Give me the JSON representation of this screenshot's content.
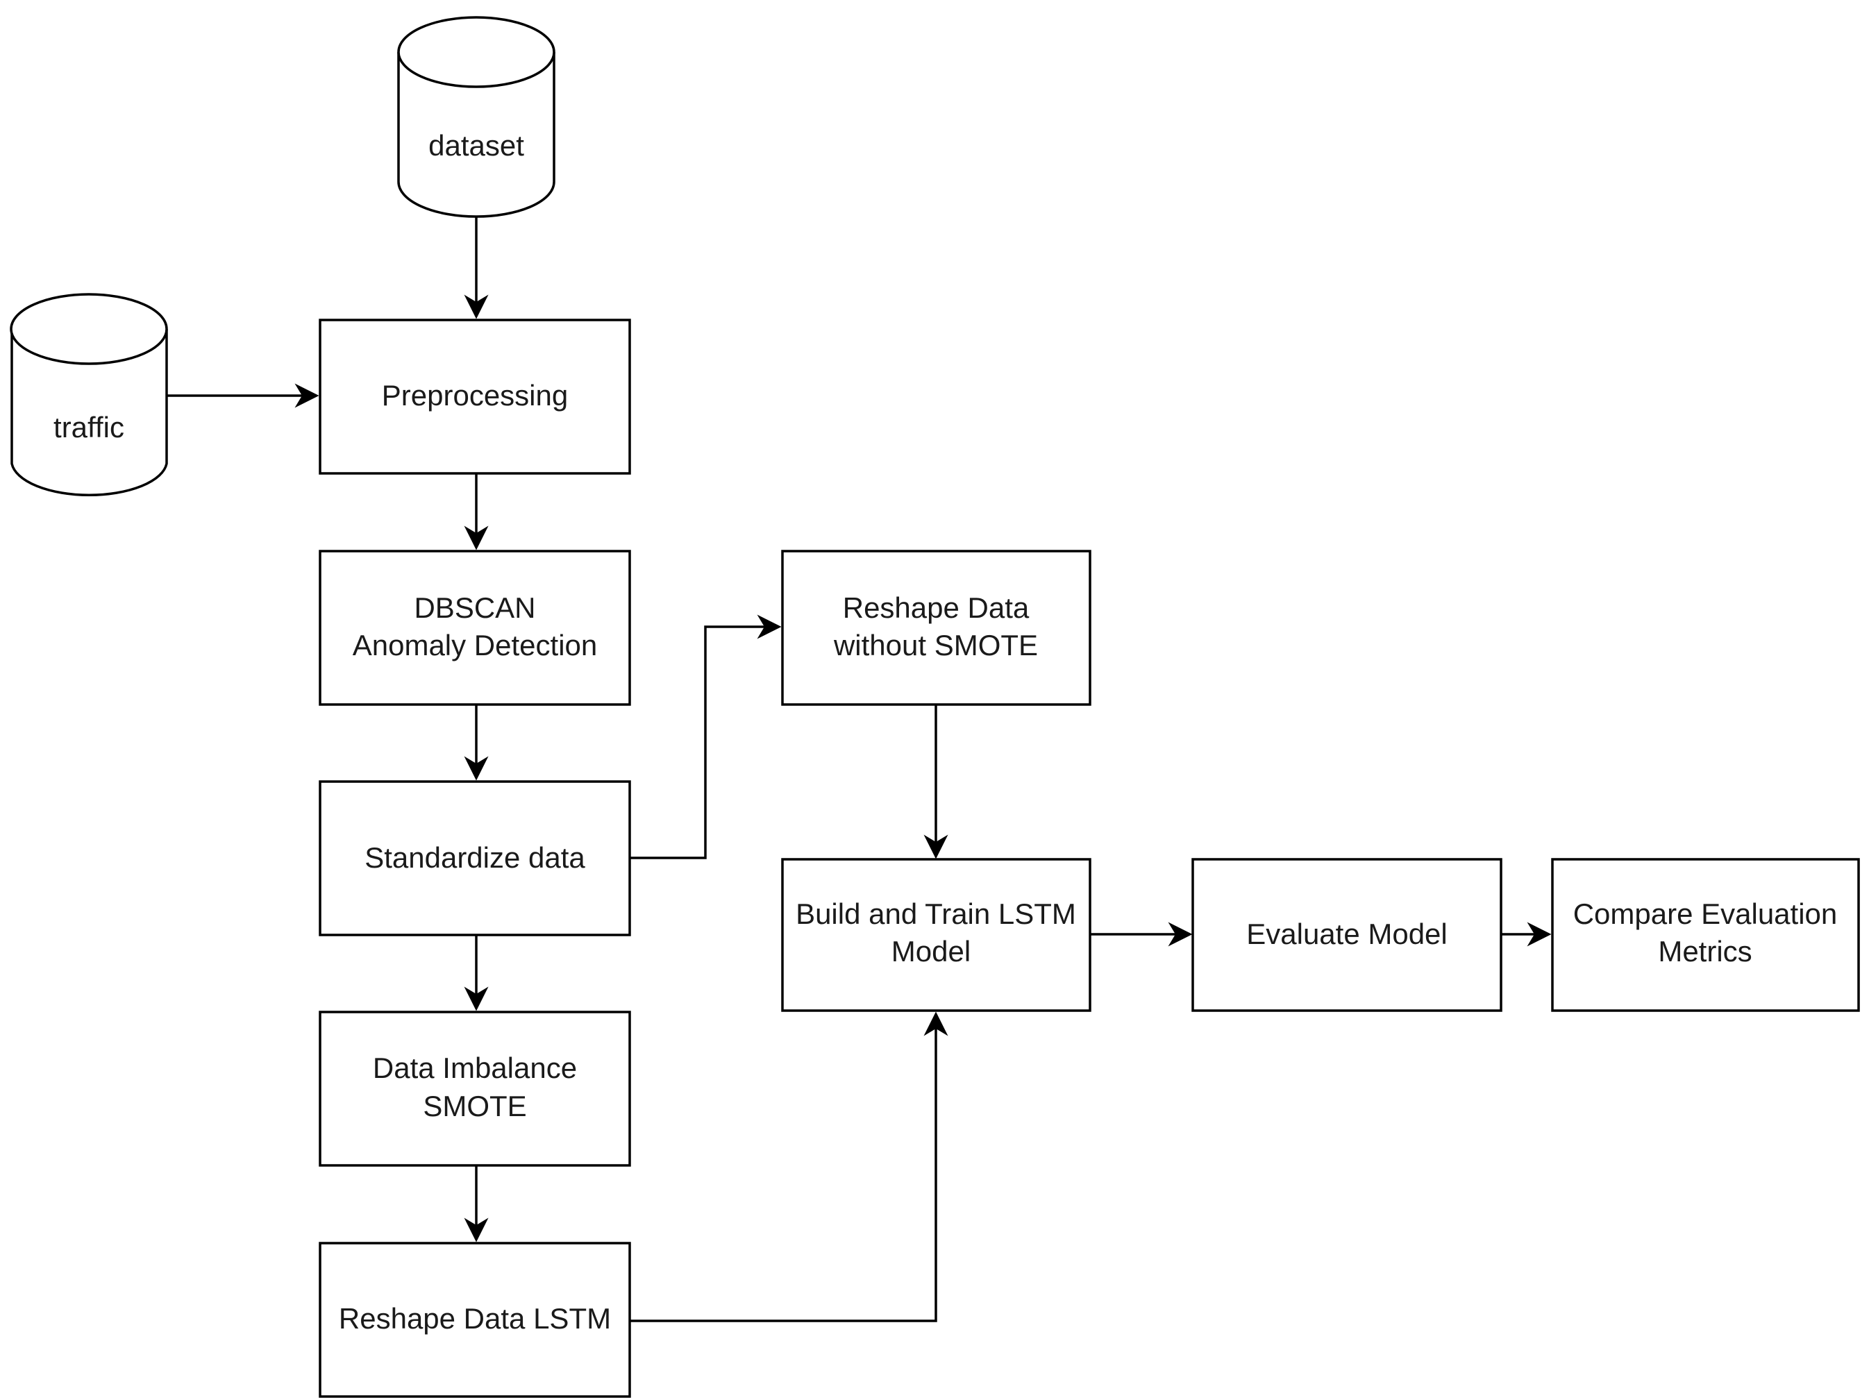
{
  "nodes": {
    "dataset": {
      "label": "dataset",
      "shape": "cylinder"
    },
    "traffic": {
      "label": "traffic",
      "shape": "cylinder"
    },
    "preprocessing": {
      "label": "Preprocessing",
      "shape": "rectangle"
    },
    "dbscan": {
      "lines": [
        "DBSCAN",
        "Anomaly Detection"
      ],
      "shape": "rectangle"
    },
    "standardize": {
      "label": "Standardize data",
      "shape": "rectangle"
    },
    "imbalance": {
      "lines": [
        "Data Imbalance",
        "SMOTE"
      ],
      "shape": "rectangle"
    },
    "reshape_lstm": {
      "label": "Reshape Data LSTM",
      "shape": "rectangle"
    },
    "reshape_no_smote": {
      "lines": [
        "Reshape Data",
        "without SMOTE"
      ],
      "shape": "rectangle"
    },
    "build_train": {
      "lines": [
        "Build and Train LSTM",
        "Model"
      ],
      "shape": "rectangle"
    },
    "evaluate": {
      "label": "Evaluate Model",
      "shape": "rectangle"
    },
    "compare": {
      "lines": [
        "Compare Evaluation",
        "Metrics"
      ],
      "shape": "rectangle"
    }
  },
  "edges": [
    {
      "from": "dataset",
      "to": "preprocessing"
    },
    {
      "from": "traffic",
      "to": "preprocessing"
    },
    {
      "from": "preprocessing",
      "to": "dbscan"
    },
    {
      "from": "dbscan",
      "to": "standardize"
    },
    {
      "from": "standardize",
      "to": "imbalance"
    },
    {
      "from": "imbalance",
      "to": "reshape_lstm"
    },
    {
      "from": "standardize",
      "to": "reshape_no_smote"
    },
    {
      "from": "reshape_no_smote",
      "to": "build_train"
    },
    {
      "from": "reshape_lstm",
      "to": "build_train"
    },
    {
      "from": "build_train",
      "to": "evaluate"
    },
    {
      "from": "evaluate",
      "to": "compare"
    }
  ],
  "colors": {
    "stroke": "#000000",
    "fill": "#ffffff",
    "text": "#1a1a1a"
  }
}
